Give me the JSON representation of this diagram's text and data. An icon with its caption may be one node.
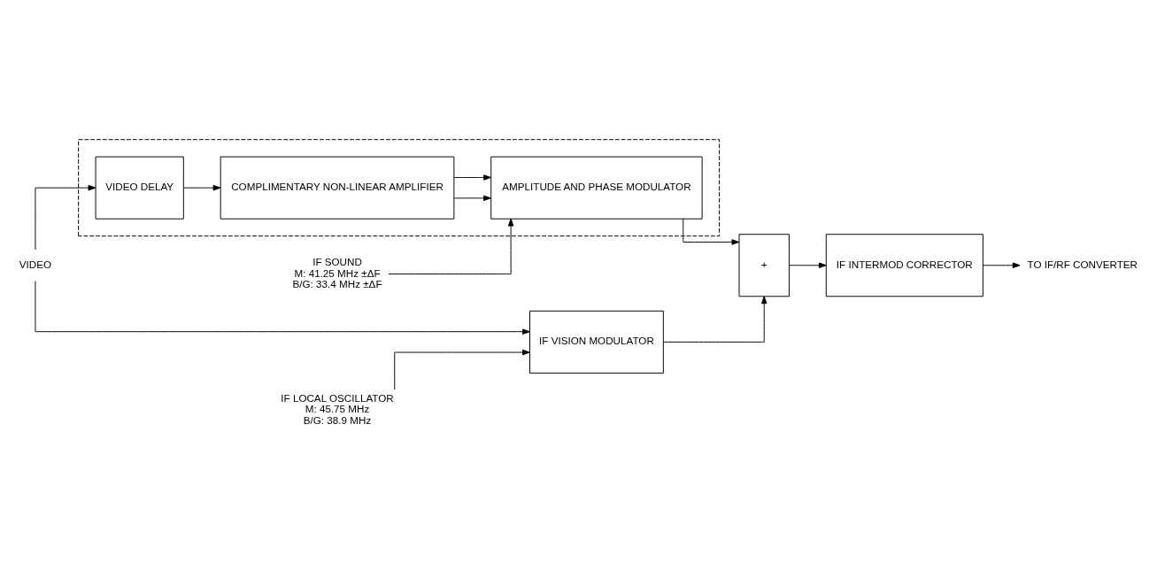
{
  "diagram": {
    "nodes": [
      {
        "text": [
          "VIDEO"
        ]
      },
      {
        "text": [
          "IF VISION MODULATOR"
        ]
      },
      {
        "text": [
          "+"
        ]
      },
      {
        "text": [
          "IF INTERMOD CORRECTOR"
        ]
      },
      {
        "text": [
          "TO IF/RF CONVERTER"
        ]
      },
      {
        "text": [
          "IF LOCAL OSCILLATOR",
          "M: 45.75 MHz",
          "B/G: 38.9 MHz"
        ]
      },
      {
        "text": [],
        "shape": "box"
      },
      {
        "text": [
          "VIDEO DELAY"
        ],
        "in": 6
      },
      {
        "text": [
          "COMPLIMENTARY NON-LINEAR AMPLIFIER"
        ],
        "in": 6
      },
      {
        "text": [
          "AMPLITUDE AND PHASE MODULATOR"
        ],
        "in": 6
      },
      {
        "text": [
          "IF SOUND",
          "M: 41.25 MHz ±ΔF",
          "B/G: 33.4 MHz ±ΔF"
        ]
      }
    ],
    "edges": [
      {
        "from": 0,
        "to": 1,
        "arrow": "to"
      },
      {
        "from": 0,
        "to": 7,
        "arrow": "to"
      },
      {
        "from": 1,
        "to": 2,
        "arrow": "to"
      },
      {
        "from": 2,
        "to": 3,
        "arrow": "to"
      },
      {
        "from": 3,
        "to": 4,
        "arrow": "to"
      },
      {
        "from": 5,
        "to": 1,
        "arrow": "to"
      },
      {
        "from": 7,
        "to": 8,
        "arrow": "to"
      },
      {
        "from": 8,
        "to": 9,
        "arrow": "to"
      },
      {
        "from": 8,
        "to": 9,
        "arrow": "to"
      },
      {
        "from": 9,
        "to": 2,
        "arrow": "to"
      },
      {
        "from": 10,
        "to": 9,
        "arrow": "to"
      }
    ]
  }
}
